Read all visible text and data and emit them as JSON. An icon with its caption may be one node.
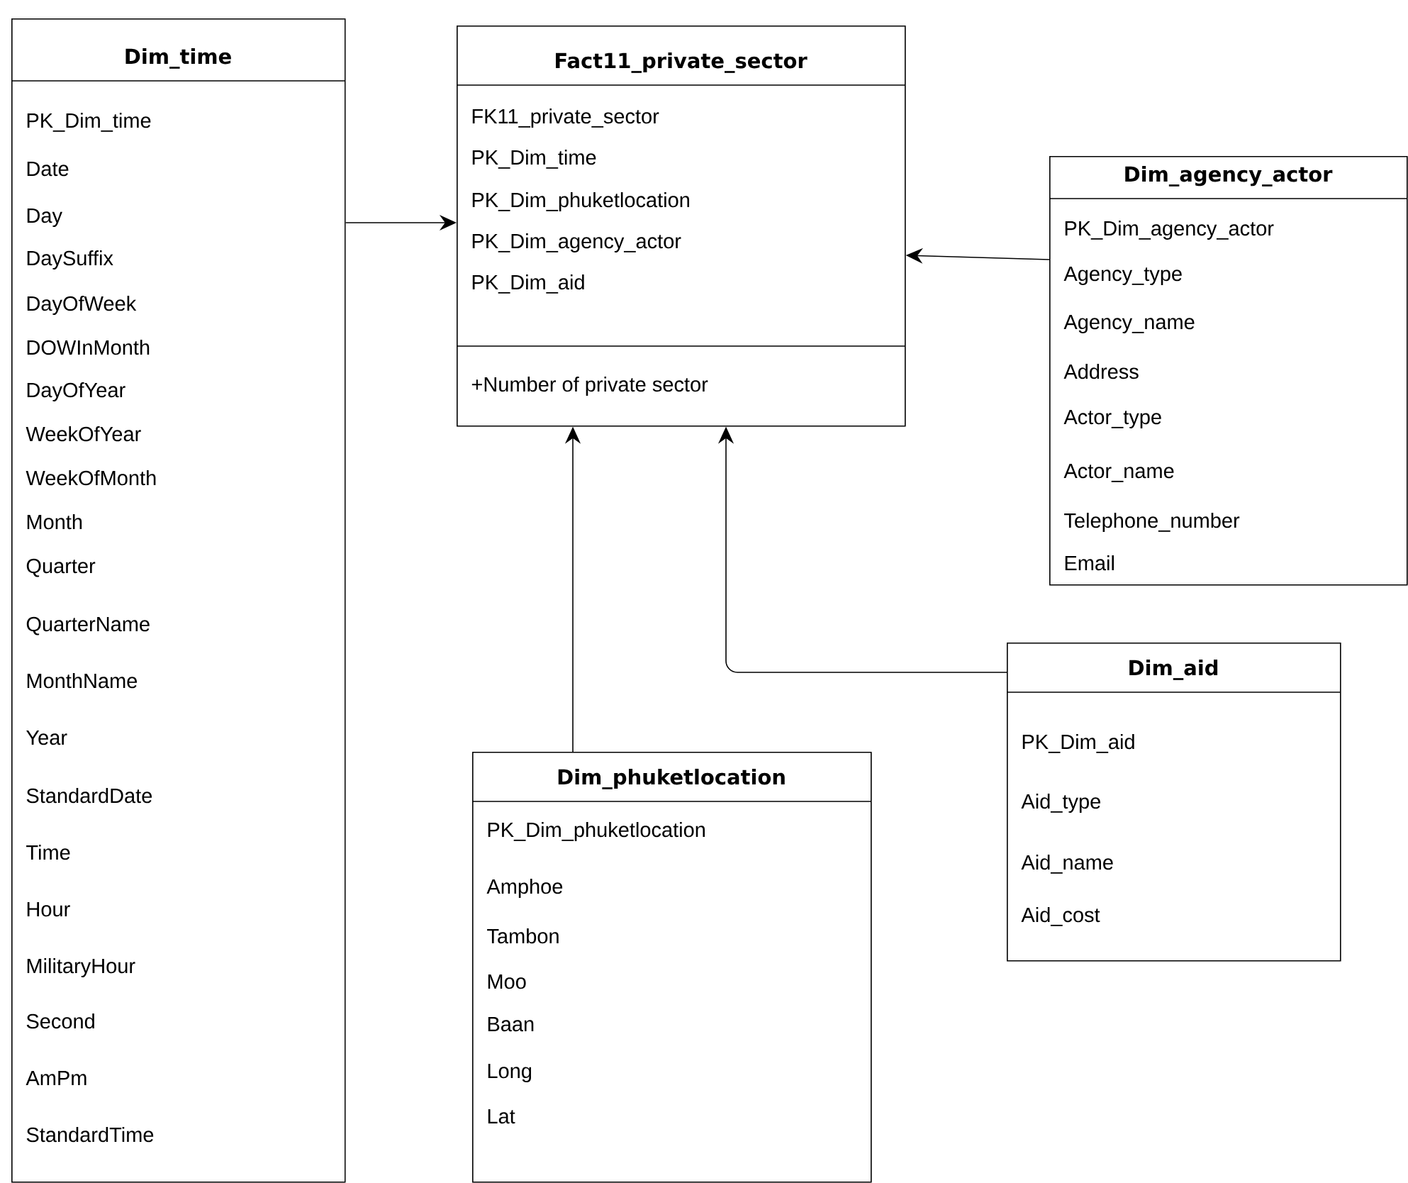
{
  "diagram": {
    "nodes": [
      {
        "text": [
          "Dim_time",
          "PK_Dim_time",
          "Date",
          "Day",
          "DaySuffix",
          "DayOfWeek",
          "DOWInMonth",
          "DayOfYear",
          "WeekOfYear",
          "WeekOfMonth",
          "Month",
          "Quarter",
          "QuarterName",
          "MonthName",
          "Year",
          "StandardDate",
          "Time",
          "Hour",
          "MilitaryHour",
          "Second",
          "AmPm",
          "StandardTime"
        ]
      },
      {
        "text": [
          "Fact11_private_sector",
          "FK11_private_sector",
          "PK_Dim_time",
          "PK_Dim_phuketlocation",
          "PK_Dim_agency_actor",
          "PK_Dim_aid",
          "+Number of private sector"
        ]
      },
      {
        "text": [
          "Dim_agency_actor",
          "PK_Dim_agency_actor",
          "Agency_type",
          "Agency_name",
          "Address",
          "Actor_type",
          "Actor_name",
          "Telephone_number",
          "Email"
        ]
      },
      {
        "text": [
          "Dim_aid",
          "PK_Dim_aid",
          "Aid_type",
          "Aid_name",
          "Aid_cost"
        ]
      },
      {
        "text": [
          "Dim_phuketlocation",
          "PK_Dim_phuketlocation",
          "Amphoe",
          "Tambon",
          "Moo",
          "Baan",
          "Long",
          "Lat"
        ]
      }
    ],
    "edges": [
      {
        "from": 0,
        "to": 1,
        "arrow": "to"
      },
      {
        "from": 2,
        "to": 1,
        "arrow": "to"
      },
      {
        "from": 4,
        "to": 1,
        "arrow": "to"
      },
      {
        "from": 3,
        "to": 1,
        "arrow": "to"
      }
    ]
  }
}
